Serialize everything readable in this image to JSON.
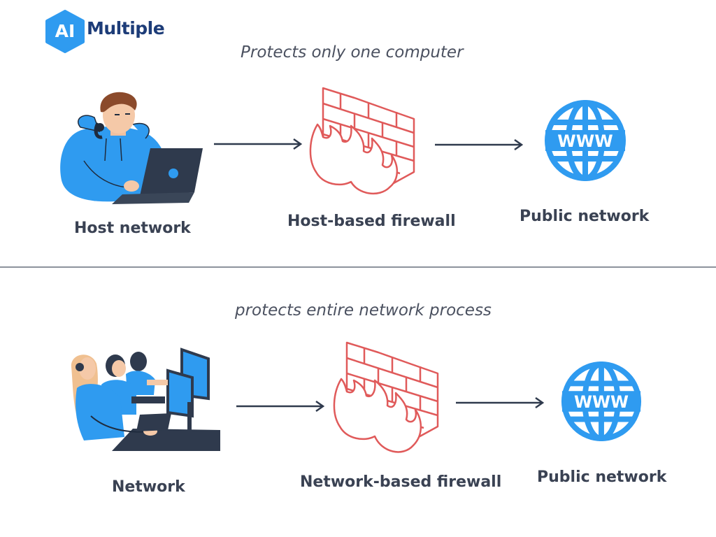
{
  "brand": {
    "logo_mark": "AI",
    "logo_name": "Multiple",
    "colors": {
      "mark": "#2f9bf0",
      "name": "#1d3c78"
    }
  },
  "host_section": {
    "caption": "Protects only one computer",
    "source_label": "Host network",
    "firewall_label": "Host-based firewall",
    "destination_label": "Public network",
    "globe_text": "WWW"
  },
  "network_section": {
    "caption": "protects entire network process",
    "source_label": "Network",
    "firewall_label": "Network-based firewall",
    "destination_label": "Public network",
    "globe_text": "WWW"
  },
  "colors": {
    "firewall": "#e05a5a",
    "globe": "#2f9bf0",
    "arrow": "#2f3a4d",
    "divider": "#8d939c"
  },
  "icons": [
    "person-laptop-icon",
    "firewall-icon",
    "globe-www-icon",
    "operators-icon"
  ]
}
